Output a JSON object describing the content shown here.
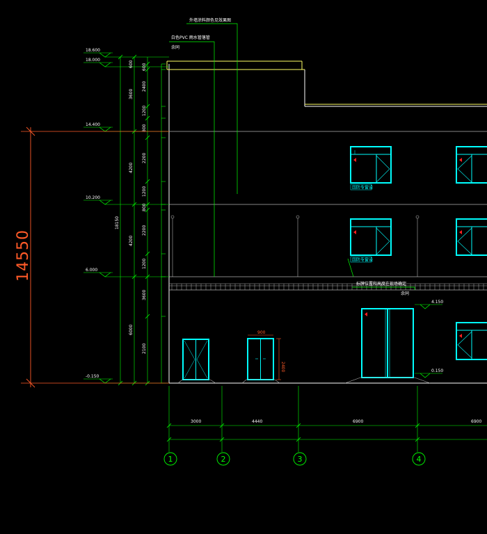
{
  "colors": {
    "background": "#000000",
    "dim": "#00ff00",
    "wall": "#ffffff",
    "parapet": "#ffff66",
    "window": "#00ffff",
    "accent": "#ff5a28",
    "marker": "#ff2020"
  },
  "notes": {
    "wall_finish": "外墙涂料颜色见效果图",
    "downpipe": "白色PVC 雨水管落管",
    "by_others": "余同",
    "signage": "标牌位置和高度在现场确定",
    "by_others_2": "余同",
    "window_tag": "国防专窗设"
  },
  "elevations": {
    "e1": "18.600",
    "e2": "18.000",
    "e3": "14.400",
    "e4": "10.200",
    "e5": "6.000",
    "e6": "-0.150",
    "door_head": "4.150",
    "door_sill": "0.150"
  },
  "overall_height": "14550",
  "vertical_dims_outer": [
    "3600",
    "4200",
    "4200",
    "6000"
  ],
  "vertical_dims_inner": [
    "600",
    "2400",
    "1200",
    "800",
    "2200",
    "1200",
    "800",
    "2200",
    "1200",
    "3600",
    "2100"
  ],
  "vertical_total": "18150",
  "axis_spacings": [
    "3000",
    "4440",
    "6900",
    "6900"
  ],
  "axes": [
    "1",
    "2",
    "3",
    "4"
  ],
  "door_width_small": "900",
  "door_height_small": "2400"
}
